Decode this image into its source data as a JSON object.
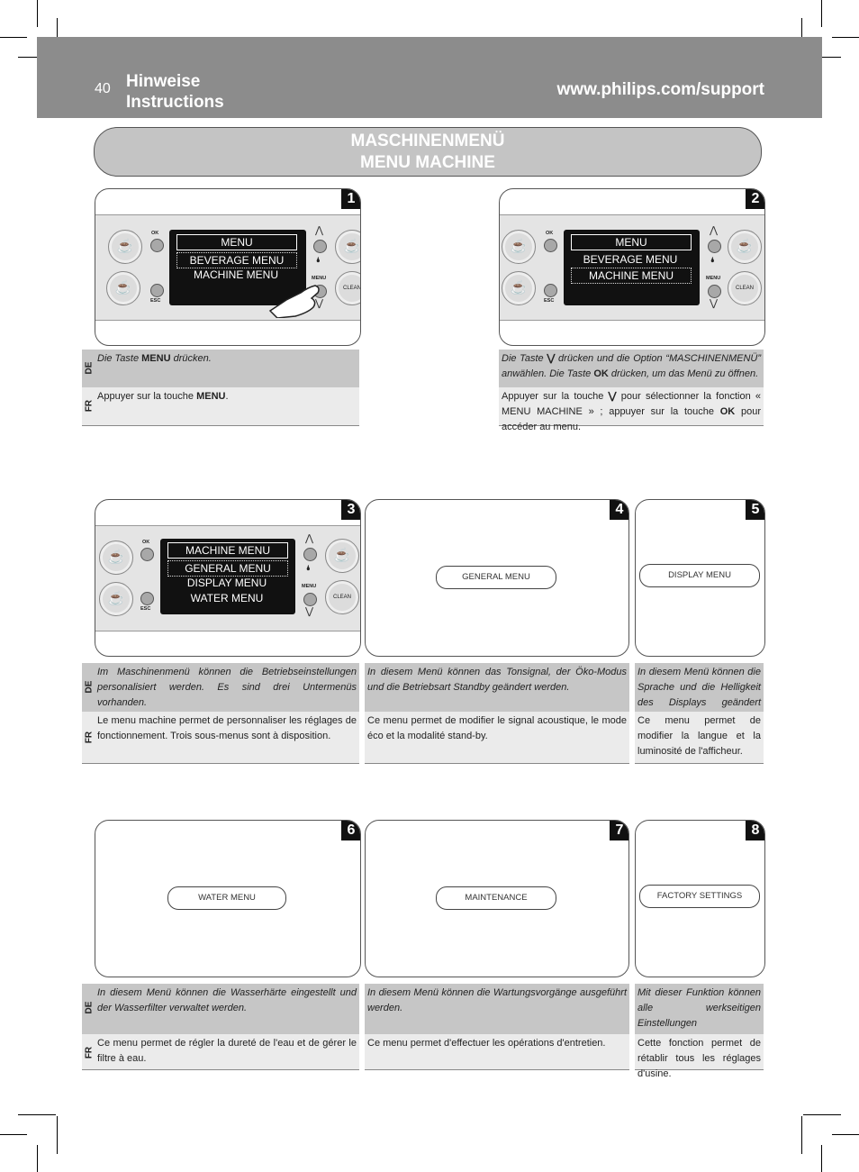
{
  "header": {
    "page_number": "40",
    "title_line1": "Hinweise",
    "title_line2": "Instructions",
    "url": "www.philips.com/support"
  },
  "banner": {
    "line1": "MASCHINENMENÜ",
    "line2": "MENU MACHINE"
  },
  "labels": {
    "de": "DE",
    "fr": "FR",
    "ok": "OK",
    "esc": "ESC",
    "menu": "MENU",
    "clean": "CLEAN",
    "menu_key": "MENU",
    "ok_key": "OK",
    "down_key": "⋁"
  },
  "steps": [
    {
      "number": "1",
      "lcd": [
        "MENU",
        "BEVERAGE MENU",
        "MACHINE MENU"
      ],
      "de_pre": "Die Taste ",
      "de_post": " drücken.",
      "fr_pre": "Appuyer sur la touche ",
      "fr_post": "."
    },
    {
      "number": "2",
      "lcd": [
        "MENU",
        "BEVERAGE MENU",
        "MACHINE MENU"
      ],
      "de_a": "Die Taste ",
      "de_b": " drücken und die Option “MASCHINENMENÜ” anwählen. Die Taste ",
      "de_c": " drücken, um das Menü zu öffnen.",
      "fr_a": "Appuyer sur la touche ",
      "fr_b": " pour sélectionner la fonction « MENU MACHINE » ; appuyer sur la touche ",
      "fr_c": " pour accéder au menu."
    },
    {
      "number": "3",
      "lcd": [
        "MACHINE MENU",
        "GENERAL MENU",
        "DISPLAY MENU",
        "WATER MENU"
      ],
      "de": "Im Maschinenmenü können die Betriebseinstellungen personalisiert werden. Es sind drei Untermenüs vorhanden.",
      "fr": "Le menu machine permet de personnaliser les réglages de fonctionnement. Trois sous-menus sont à disposition."
    },
    {
      "number": "4",
      "box": "GENERAL MENU",
      "de": "In diesem Menü können das Tonsignal, der Öko-Modus und die Betriebsart Standby geändert werden.",
      "fr": "Ce menu permet de modifier le signal acoustique, le mode éco et la modalité stand-by."
    },
    {
      "number": "5",
      "box": "DISPLAY MENU",
      "de": "In diesem Menü können die Sprache und die Helligkeit des Displays geändert werden.",
      "fr": "Ce menu permet de modifier la langue et la luminosité de l'afficheur."
    },
    {
      "number": "6",
      "box": "WATER MENU",
      "de": "In diesem Menü können die Wasserhärte eingestellt und der Wasserfilter verwaltet werden.",
      "fr": "Ce menu permet de régler la dureté de l'eau et de gérer le filtre à eau."
    },
    {
      "number": "7",
      "box": "MAINTENANCE",
      "de": "In diesem Menü können die Wartungsvorgänge ausgeführt werden.",
      "fr": "Ce menu permet d'effectuer les opérations d'entretien."
    },
    {
      "number": "8",
      "box": "FACTORY SETTINGS",
      "de": "Mit dieser Funktion können alle werkseitigen Einstellungen wiederhergestellt werden.",
      "fr": "Cette fonction permet de rétablir tous les réglages d'usine."
    }
  ]
}
